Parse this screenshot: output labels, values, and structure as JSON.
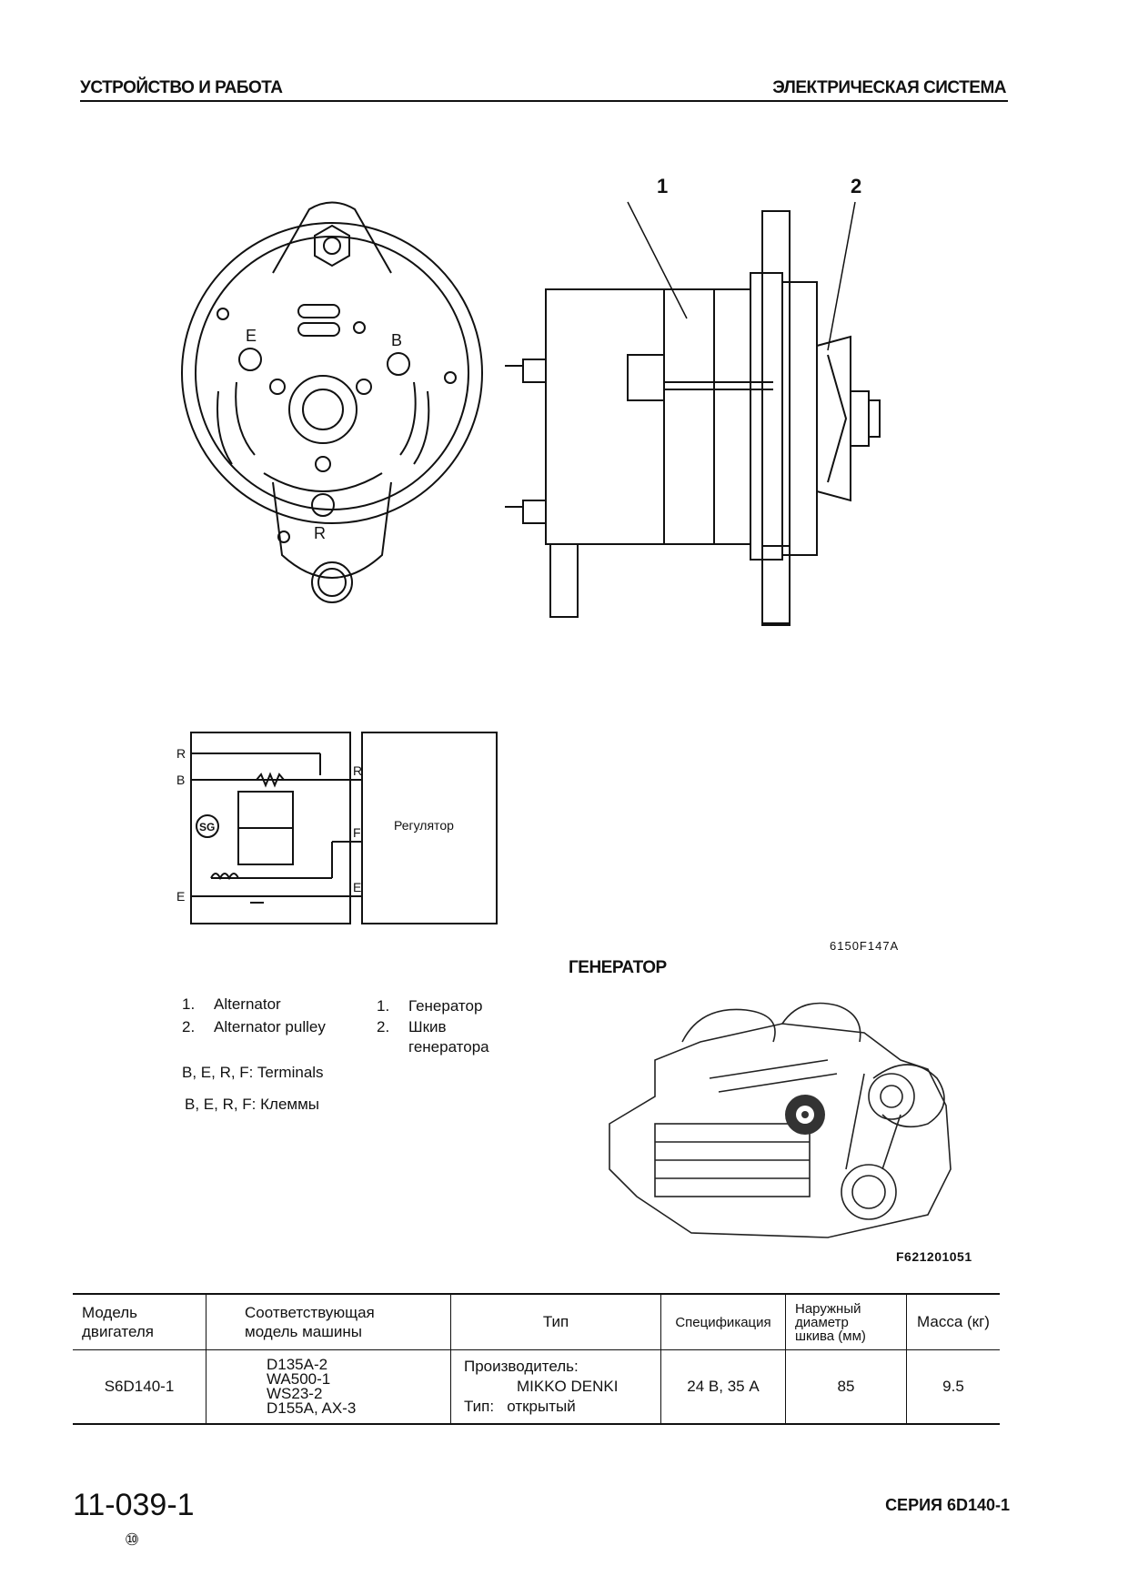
{
  "header": {
    "left": "УСТРОЙСТВО И РАБОТА",
    "right": "ЭЛЕКТРИЧЕСКАЯ СИСТЕМА"
  },
  "figure1": {
    "callouts": [
      "1",
      "2"
    ],
    "terminals": {
      "E": "E",
      "B": "B",
      "R": "R"
    },
    "code": "6150F147A"
  },
  "schematic": {
    "terminals_left": [
      "R",
      "B",
      "E"
    ],
    "terminals_right": [
      "R",
      "F",
      "E"
    ],
    "sg_label": "SG",
    "regulator": "Регулятор"
  },
  "title": "ГЕНЕРАТОР",
  "legend_en": [
    "1.",
    "Alternator",
    "2.",
    "Alternator pulley",
    "B, E, R, F:  Terminals"
  ],
  "legend_ru": [
    "1.",
    "Генератор",
    "2.",
    "Шкив",
    "генератора",
    "B, E, R, F: Клеммы"
  ],
  "engine_code": "F621201051",
  "table": {
    "headers": [
      "Модель\nдвигателя",
      "Соответствующая\nмодель  машины",
      "Тип",
      "Спецификация",
      "Наружный\nдиаметр\nшкива  (мм)",
      "Масса (кг)"
    ],
    "row": {
      "engine": "S6D140-1",
      "machines": [
        "D135A-2",
        "WA500-1",
        "WS23-2",
        "D155A, AX-3"
      ],
      "type_label": "Производитель:",
      "type_maker": "MIKKO DENKI",
      "type_kind_label": "Тип:",
      "type_kind": "открытый",
      "spec": "24 В, 35 А",
      "diameter": "85",
      "mass": "9.5"
    }
  },
  "footer": {
    "page": "11-039-1",
    "revision": "⑩",
    "series": "СЕРИЯ  6D140-1"
  }
}
